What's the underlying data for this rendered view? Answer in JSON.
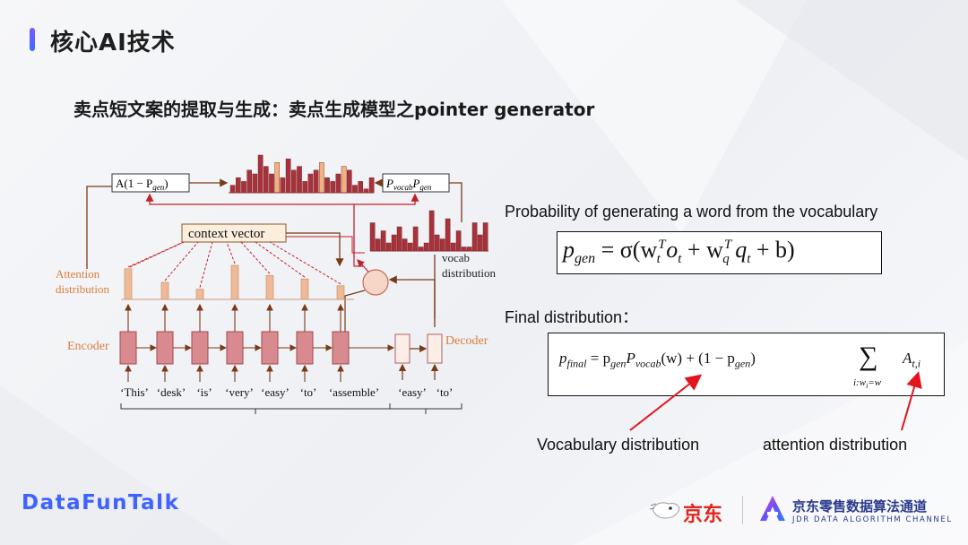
{
  "header": {
    "title": "核心AI技术"
  },
  "subtitle": "卖点短文案的提取与生成：卖点生成模型之pointer generator",
  "diagram": {
    "boxes": {
      "left_weight": "A(1 − P",
      "left_weight_sub": "gen",
      "right_weight_p": "P",
      "right_weight_sub1": "vocab",
      "right_weight_p2": "P",
      "right_weight_sub2": "gen",
      "context_vector": "context vector"
    },
    "labels": {
      "attention": "Attention",
      "distribution": "distribution",
      "vocab": "vocab",
      "vocab_distribution": "distribution",
      "encoder": "Encoder",
      "decoder": "Decoder"
    },
    "encoder_tokens": [
      "‘This’",
      "‘desk’",
      "‘is’",
      "‘very’",
      "‘easy’",
      "‘to’",
      "‘assemble’"
    ],
    "decoder_tokens": [
      "‘easy’",
      "‘to’"
    ]
  },
  "chart_data": [
    {
      "type": "bar",
      "name": "final distribution",
      "values": [
        2,
        4,
        3,
        6,
        5,
        10,
        7,
        5,
        8,
        4,
        9,
        6,
        7,
        3,
        5,
        6,
        8,
        4,
        3,
        5,
        7,
        6,
        2,
        3,
        1,
        4
      ],
      "highlight": [
        0,
        0,
        0,
        0,
        0,
        0,
        0,
        0,
        1,
        0,
        0,
        0,
        0,
        0,
        0,
        0,
        1,
        0,
        0,
        0,
        1,
        0,
        0,
        0,
        0,
        0
      ]
    },
    {
      "type": "bar",
      "name": "vocab distribution",
      "values": [
        7,
        3,
        5,
        2,
        4,
        6,
        3,
        2,
        6,
        1,
        2,
        10,
        4,
        3,
        8,
        2,
        5,
        1,
        1,
        7,
        4,
        7
      ]
    },
    {
      "type": "bar",
      "name": "attention distribution",
      "values": [
        9,
        5,
        3,
        10,
        7,
        6,
        4
      ]
    }
  ],
  "right": {
    "text1": "Probability of generating a word from the vocabulary",
    "text2": "Final distribution：",
    "formula1": {
      "p": "p",
      "gen": "gen",
      "eq": " = σ(w",
      "t1": "t",
      "T1": "T",
      "o": " o",
      "t2": "t",
      "plus": " + w",
      "q": "q",
      "T2": "T",
      "qt": " q",
      "t3": "t",
      "b": " + b)"
    },
    "formula2": {
      "p": "p",
      "final": "final",
      "eq": " = p",
      "gen": "gen",
      "P": "P",
      "vocab": "vocab",
      "w": "(w) + (1 − p",
      "gen2": "gen",
      "close": ")",
      "sum": "∑",
      "sumsub": "i:w",
      "sumsub_i": "i",
      "sumsub_end": "=w",
      "A": "A",
      "Asub": "t,i"
    },
    "label_vocab": "Vocabulary distribution",
    "label_attn": "attention distribution"
  },
  "footer": {
    "brand": "DataFunTalk",
    "jd": "京东",
    "channel_cn": "京东零售数据算法通道",
    "channel_en": "JDR DATA ALGORITHM CHANNEL"
  },
  "colors": {
    "bar": "#a8323c",
    "bar_light": "#f2b27e",
    "attn": "#eeb996",
    "encoder": "#d88a8f",
    "orange_text": "#d97d3b",
    "arrow": "#7a3a18"
  }
}
